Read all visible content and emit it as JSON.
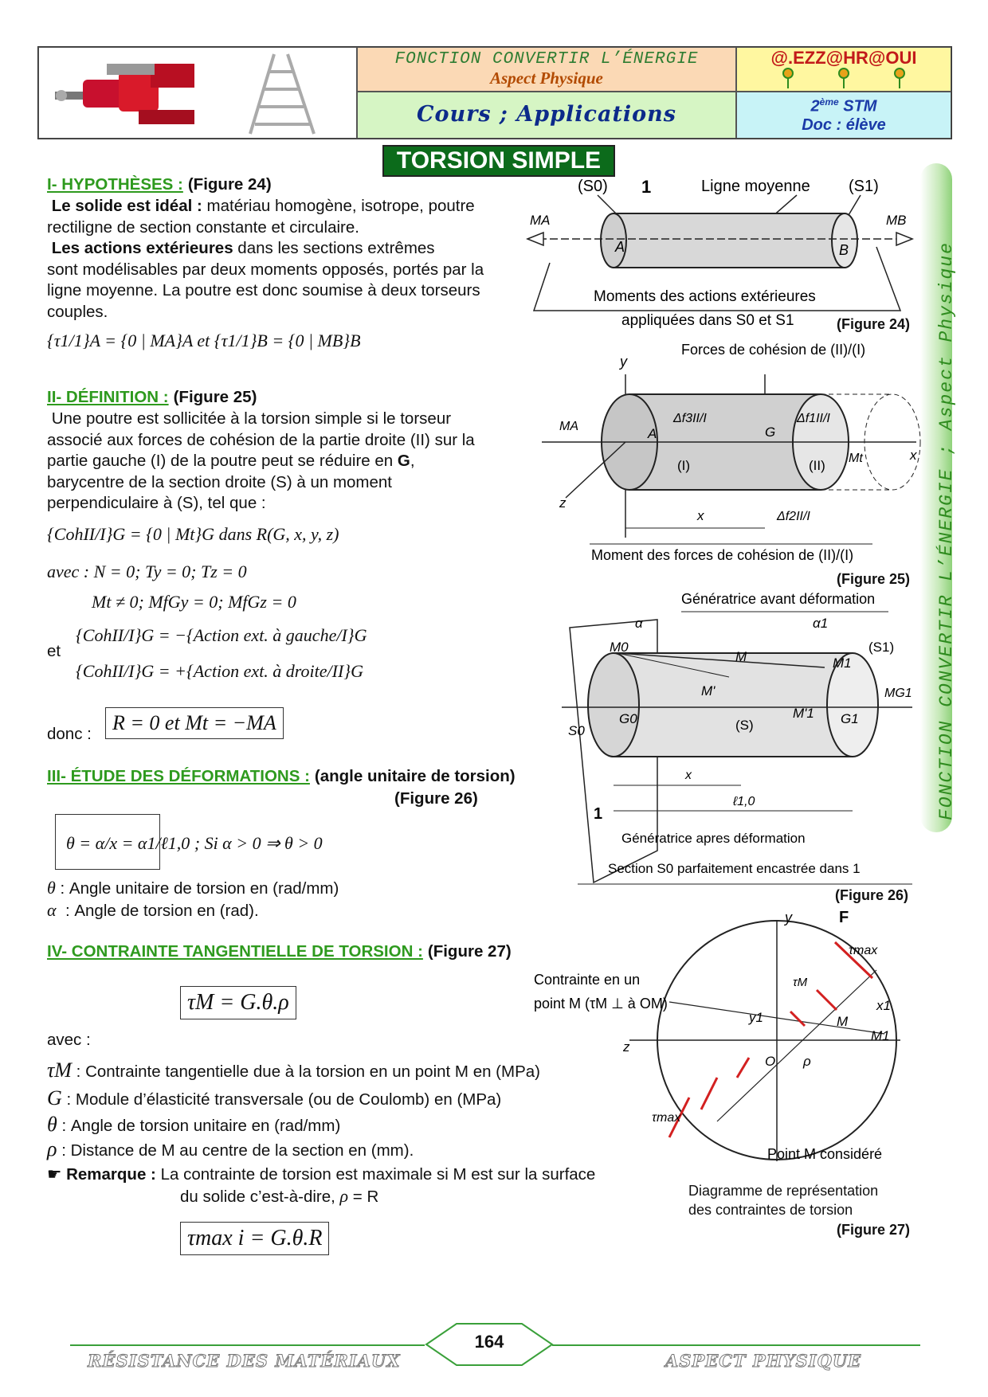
{
  "header": {
    "title": "FONCTION CONVERTIR L’ÉNERGIE",
    "subtitle": "Aspect Physique",
    "cours": "Cours ;  Applications",
    "brand": "@.EZZ@HR@OUI",
    "level_sup": "ème",
    "level": "2",
    "level_tail": " STM",
    "doc": "Doc : élève"
  },
  "main_title": "TORSION SIMPLE",
  "sidebar_text": "FONCTION  CONVERTIR  L’ÉNERGIE  ;  Aspect Physique",
  "s1": {
    "heading": "I- HYPOTHÈSES :",
    "ref": "(Figure 24)",
    "p1_bold": "Le solide est idéal :",
    "p1_rest": " matériau homogène, isotrope, poutre",
    "p1_line2": "rectiligne de section constante et circulaire.",
    "p2_bold": "Les actions extérieures",
    "p2_rest": " dans les sections extrêmes",
    "p2_line2": "sont modélisables par deux moments opposés, portés par la",
    "p2_line3": "ligne moyenne. La poutre est donc soumise à deux torseurs",
    "p2_line4": "couples.",
    "formula": "{τ1/1}A = {0 | MA}A  et  {τ1/1}B = {0 | MB}B"
  },
  "s2": {
    "heading": "II- DÉFINITION :",
    "ref": "(Figure 25)",
    "l1": "Une poutre est sollicitée à la torsion simple si le torseur",
    "l2": "associé aux forces de cohésion de la partie droite (II) sur la",
    "l3a": "partie gauche (I) de la poutre peut se réduire en ",
    "l3b": "G",
    "l3c": ",",
    "l4": "barycentre de la section droite (S) à un moment",
    "l5": "perpendiculaire à (S), tel que :",
    "f1": "{CohII/I}G = {0 | Mt}G  dans  R(G, x, y, z)",
    "f2": "avec : N = 0; Ty = 0; Tz = 0",
    "f3": "Mt ≠ 0; MfGy = 0; MfGz = 0",
    "et": "et",
    "f4": "{CohII/I}G = −{Action ext. à gauche/I}G",
    "f5": "{CohII/I}G = +{Action ext. à droite/II}G",
    "donc": "donc :",
    "f6": "R = 0  et  Mt = −MA"
  },
  "s3": {
    "heading": "III- ÉTUDE DES DÉFORMATIONS :",
    "ref1": "(angle unitaire de torsion)",
    "ref2": "(Figure 26)",
    "formula": "θ = α/x = α1/ℓ1,0 ; Si α > 0 ⇒ θ > 0",
    "d1_sym": "θ",
    "d1": ": Angle unitaire de torsion en (rad/mm)",
    "d2_sym": "α",
    "d2": ": Angle de torsion en (rad)."
  },
  "s4": {
    "heading": "IV- CONTRAINTE TANGENTIELLE DE TORSION :",
    "ref": "(Figure 27)",
    "formula": "τM = G.θ.ρ",
    "avec": "avec :",
    "d1_sym": "τM",
    "d1": ": Contrainte tangentielle due à la torsion en un point M en (MPa)",
    "d2_sym": "G",
    "d2": ": Module d’élasticité transversale (ou de Coulomb) en (MPa)",
    "d3_sym": "θ",
    "d3": ": Angle de torsion unitaire en (rad/mm)",
    "d4_sym": "ρ",
    "d4": ": Distance de M au centre de la section en (mm).",
    "rem_bold": "Remarque :",
    "rem1": " La contrainte de torsion est maximale si M est sur la surface",
    "rem2": "du solide c’est-à-dire,",
    "rem2_sym": "ρ",
    "rem2_tail": " = R",
    "formula_max": "τmax i = G.θ.R"
  },
  "fig24": {
    "caption": "(Figure 24)",
    "s0": "(S0)",
    "one": "1",
    "ligne": "Ligne moyenne",
    "s1": "(S1)",
    "ma": "MA",
    "mb": "MB",
    "a": "A",
    "b": "B",
    "lab1": "Moments des actions extérieures",
    "lab2": "appliquées dans S0 et S1"
  },
  "fig25": {
    "caption": "(Figure 25)",
    "top": "Forces de cohésion de (II)/(I)",
    "y": "y",
    "ma": "MA",
    "a": "A",
    "g": "G",
    "i": "(I)",
    "ii": "(II)",
    "f3": "Δf3II/I",
    "f1": "Δf1II/I",
    "f2": "Δf2II/I",
    "mt": "Mt",
    "x": "x",
    "z": "z",
    "bottom": "Moment des forces de cohésion de (II)/(I)"
  },
  "fig26": {
    "caption": "(Figure 26)",
    "top": "Génératrice avant déformation",
    "alpha": "α",
    "alpha1": "α1",
    "m0": "M0",
    "m": "M",
    "m1": "M1",
    "mp": "M'",
    "m1p": "M'1",
    "s1": "(S1)",
    "mg1": "MG1",
    "g0": "G0",
    "s": "(S)",
    "g1": "G1",
    "s0": "S0",
    "x": "x",
    "l10": "ℓ1,0",
    "one": "1",
    "gen_after": "Génératrice apres déformation",
    "section": "Section S0 parfaitement encastrée dans 1"
  },
  "fig27": {
    "caption": "(Figure 27)",
    "f": "F",
    "y": "y",
    "tmax": "τmax",
    "contrainte1": "Contrainte en un",
    "contrainte2": "point M (τM ⊥ à OM)",
    "tm": "τM",
    "x1": "x1",
    "y1": "y1",
    "m": "M",
    "m1": "M1",
    "z": "z",
    "o": "O",
    "rho": "ρ",
    "tmax2": "τmax",
    "point": "Point M considéré",
    "diag1": "Diagramme de représentation",
    "diag2": "des contraintes de torsion"
  },
  "footer": {
    "left": "RÉSISTANCE DES MATÉRIAUX",
    "page": "164",
    "right": "ASPECT PHYSIQUE"
  },
  "colors": {
    "green_heading": "#2e9a1e",
    "title_bg": "#0c6b1b",
    "header_orange": "#fbd9b5",
    "header_yellow": "#fff7a0",
    "header_cyan": "#c8f3f7",
    "header_lightgreen": "#d6f5c4",
    "red": "#d32020"
  }
}
